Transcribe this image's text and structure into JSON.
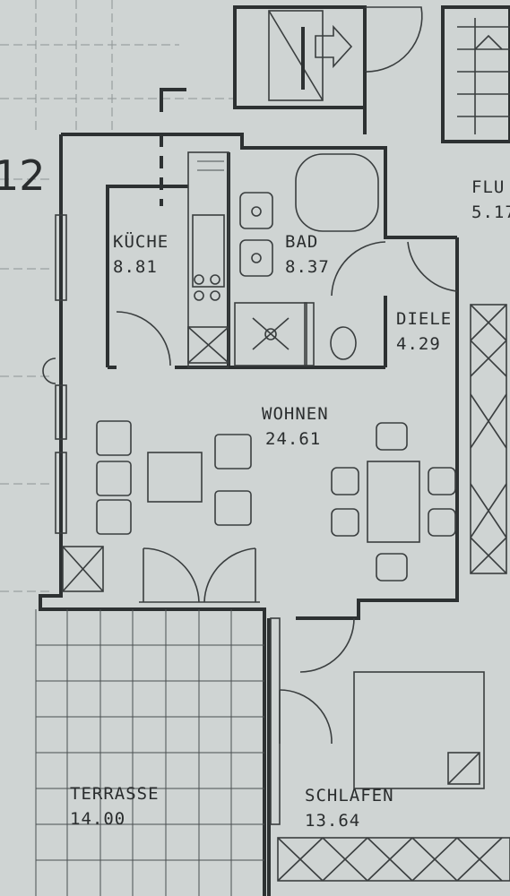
{
  "plan": {
    "sheet_number": "12",
    "rooms": [
      {
        "id": "kueche",
        "name": "KÜCHE",
        "area": "8.81"
      },
      {
        "id": "bad",
        "name": "BAD",
        "area": "8.37"
      },
      {
        "id": "diele",
        "name": "DIELE",
        "area": "4.29"
      },
      {
        "id": "flur",
        "name": "FLU",
        "area": "5.17"
      },
      {
        "id": "wohnen",
        "name": "WOHNEN",
        "area": "24.61"
      },
      {
        "id": "terrasse",
        "name": "TERRASSE",
        "area": "14.00"
      },
      {
        "id": "schlafen",
        "name": "SCHLAFEN",
        "area": "13.64"
      }
    ]
  },
  "colors": {
    "paper": "#cfd4d3",
    "ink": "#2d3132",
    "grid": "#8d9495"
  }
}
